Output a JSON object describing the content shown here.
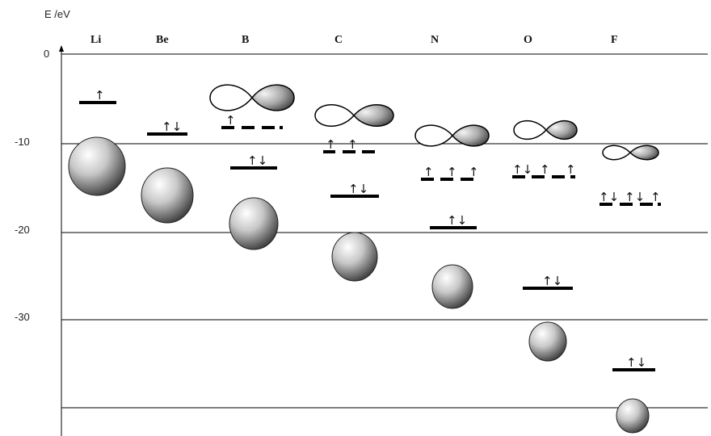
{
  "axis": {
    "label": "E /eV",
    "ticks": [
      "0",
      "-10",
      "-20",
      "-30"
    ]
  },
  "elements": [
    {
      "symbol": "Li",
      "s_level_eV": -5.4,
      "s_spins": "↑",
      "p_level_eV": null,
      "p_spins": []
    },
    {
      "symbol": "Be",
      "s_level_eV": -8.9,
      "s_spins": "↑↓",
      "p_level_eV": null,
      "p_spins": []
    },
    {
      "symbol": "B",
      "s_level_eV": -12.6,
      "s_spins": "↑↓",
      "p_level_eV": -8.3,
      "p_spins": [
        "↑",
        "",
        ""
      ]
    },
    {
      "symbol": "C",
      "s_level_eV": -16.0,
      "s_spins": "↑↓",
      "p_level_eV": -11.0,
      "p_spins": [
        "↑",
        "↑",
        ""
      ]
    },
    {
      "symbol": "N",
      "s_level_eV": -19.5,
      "s_spins": "↑↓",
      "p_level_eV": -14.0,
      "p_spins": [
        "↑",
        "↑",
        "↑"
      ]
    },
    {
      "symbol": "O",
      "s_level_eV": -26.5,
      "s_spins": "↑↓",
      "p_level_eV": -14.0,
      "p_spins": [
        "↑↓",
        "↑",
        "↑"
      ]
    },
    {
      "symbol": "F",
      "s_level_eV": -35.6,
      "s_spins": "↑↓",
      "p_level_eV": -17.0,
      "p_spins": [
        "↑↓",
        "↑↓",
        "↑"
      ]
    }
  ],
  "colors": {
    "line": "#000000",
    "orbital_light": "#ffffff",
    "orbital_dark": "#4a4a4a"
  }
}
